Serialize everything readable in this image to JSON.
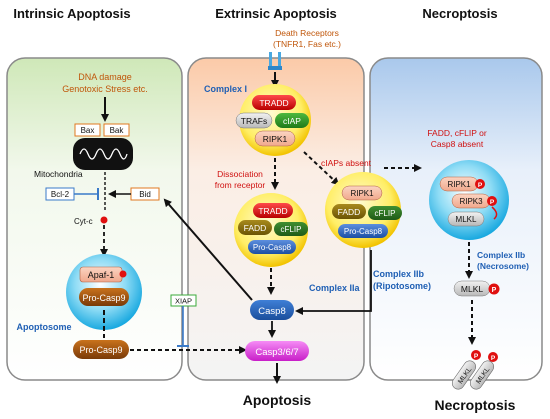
{
  "headings": {
    "intrinsic": "Intrinsic Apoptosis",
    "extrinsic": "Extrinsic Apoptosis",
    "necroptosis": "Necroptosis"
  },
  "intrinsic": {
    "stimulus_line1": "DNA damage",
    "stimulus_line2": "Genotoxic Stress etc.",
    "bax": "Bax",
    "bak": "Bak",
    "mitochondria": "Mitochondria",
    "bcl2": "Bcl-2",
    "bid": "Bid",
    "cytc": "Cyt-c",
    "apaf1": "Apaf-1",
    "procasp9_in": "Pro-Casp9",
    "apoptosome": "Apoptosome",
    "procasp9_out": "Pro-Casp9",
    "xiap": "XIAP"
  },
  "extrinsic": {
    "receptor_line1": "Death Receptors",
    "receptor_line2": "(TNFR1, Fas etc.)",
    "complex1": "Complex I",
    "tradd": "TRADD",
    "trafs": "TRAFs",
    "ciap": "cIAP",
    "ripk1": "RIPK1",
    "dissoc_line1": "Dissociation",
    "dissoc_line2": "from receptor",
    "ciaps_absent": "cIAPs absent",
    "iia_tradd": "TRADD",
    "iia_fadd": "FADD",
    "iia_cflip": "cFLIP",
    "iia_procasp8": "Pro-Casp8",
    "complex2a": "Complex IIa",
    "iib_ripk1": "RIPK1",
    "iib_fadd": "FADD",
    "iib_cflip": "cFLIP",
    "iib_procasp8": "Pro-Casp8",
    "complex2b_line1": "Complex IIb",
    "complex2b_line2": "(Ripotosome)",
    "casp8": "Casp8",
    "casp367": "Casp3/6/7",
    "outcome": "Apoptosis"
  },
  "necro": {
    "cond_line1": "FADD, cFLIP or",
    "cond_line2": "Casp8  absent",
    "ripk1": "RIPK1",
    "ripk3": "RIPK3",
    "mlkl": "MLKL",
    "p": "P",
    "complex_line1": "Complex IIb",
    "complex_line2": "(Necrosome)",
    "mlkl2": "MLKL",
    "mlkl_a": "MLKL",
    "mlkl_b": "MLKL",
    "outcome": "Necroptosis"
  },
  "colors": {
    "orange_text": "#c0560a",
    "blue_text": "#1f5fb4",
    "red_text": "#d01010",
    "casp_magenta": "#e040e0",
    "panel_border": "#8a8a8a"
  }
}
